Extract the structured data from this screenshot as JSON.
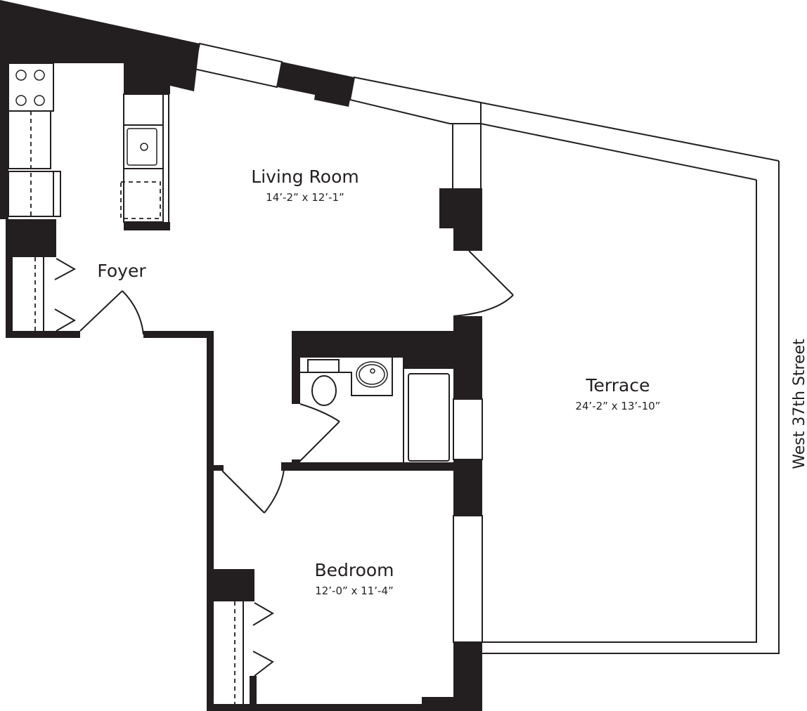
{
  "plan": {
    "rooms": {
      "living_room": {
        "name": "Living Room",
        "dimensions": "14’-2” x 12’-1”"
      },
      "foyer": {
        "name": "Foyer"
      },
      "terrace": {
        "name": "Terrace",
        "dimensions": "24’-2” x 13’-10”"
      },
      "bedroom": {
        "name": "Bedroom",
        "dimensions": "12’-0” x 11’-4”"
      }
    },
    "street_label": "West 37th Street",
    "fixtures": [
      "range-icon",
      "kitchen-sink-icon",
      "dishwasher-icon",
      "refrigerator-icon",
      "toilet-icon",
      "bathroom-sink-icon",
      "bathtub-icon",
      "closet-icon"
    ],
    "colors": {
      "wall": "#231f20",
      "background": "#ffffff"
    }
  }
}
